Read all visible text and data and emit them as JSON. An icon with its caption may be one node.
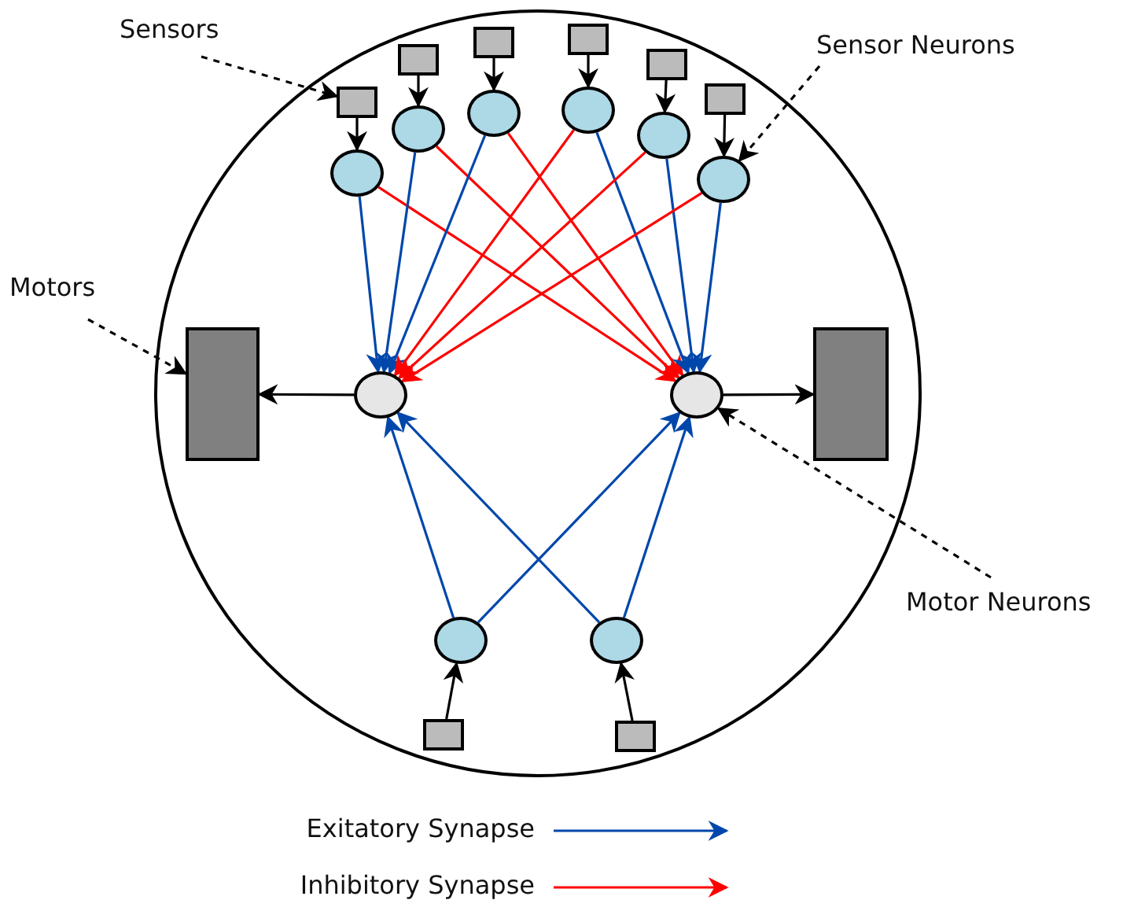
{
  "diagram": {
    "nodes": [
      {
        "text": [],
        "shape": "circle"
      },
      {
        "text": [
          "Sensors"
        ]
      },
      {
        "text": [
          "Sensor Neurons"
        ]
      },
      {
        "text": [],
        "shape": "box",
        "in": 0
      },
      {
        "text": [],
        "shape": "box",
        "in": 0
      },
      {
        "text": [],
        "shape": "box",
        "in": 0
      },
      {
        "text": [],
        "shape": "box",
        "in": 0
      },
      {
        "text": [],
        "shape": "box",
        "in": 0
      },
      {
        "text": [],
        "shape": "box",
        "in": 0
      },
      {
        "text": [],
        "shape": "circle",
        "in": 0
      },
      {
        "text": [],
        "shape": "circle",
        "in": 0
      },
      {
        "text": [],
        "shape": "circle",
        "in": 0
      },
      {
        "text": [],
        "shape": "circle",
        "in": 0
      },
      {
        "text": [],
        "shape": "circle",
        "in": 0
      },
      {
        "text": [],
        "shape": "circle",
        "in": 0
      },
      {
        "text": [
          "Motors"
        ]
      },
      {
        "text": [],
        "shape": "box",
        "in": 0
      },
      {
        "text": [],
        "shape": "circle",
        "in": 0
      },
      {
        "text": [],
        "shape": "circle",
        "in": 0
      },
      {
        "text": [],
        "shape": "box",
        "in": 0
      },
      {
        "text": [
          "Motor Neurons"
        ]
      },
      {
        "text": [],
        "shape": "circle",
        "in": 0
      },
      {
        "text": [],
        "shape": "circle",
        "in": 0
      },
      {
        "text": [],
        "shape": "box",
        "in": 0
      },
      {
        "text": [],
        "shape": "box",
        "in": 0
      }
    ],
    "edges": [
      {
        "from": 3,
        "to": 9,
        "arrow": "to"
      },
      {
        "from": 4,
        "to": 10,
        "arrow": "to"
      },
      {
        "from": 5,
        "to": 11,
        "arrow": "to"
      },
      {
        "from": 6,
        "to": 12,
        "arrow": "to"
      },
      {
        "from": 7,
        "to": 13,
        "arrow": "to"
      },
      {
        "from": 8,
        "to": 14,
        "arrow": "to"
      },
      {
        "from": 9,
        "to": 17,
        "arrow": "to",
        "color": "#0047ab"
      },
      {
        "from": 9,
        "to": 18,
        "arrow": "to",
        "color": "#ff0000"
      },
      {
        "from": 10,
        "to": 17,
        "arrow": "to",
        "color": "#0047ab"
      },
      {
        "from": 10,
        "to": 18,
        "arrow": "to",
        "color": "#ff0000"
      },
      {
        "from": 11,
        "to": 17,
        "arrow": "to",
        "color": "#0047ab"
      },
      {
        "from": 11,
        "to": 18,
        "arrow": "to",
        "color": "#ff0000"
      },
      {
        "from": 12,
        "to": 17,
        "arrow": "to",
        "color": "#ff0000"
      },
      {
        "from": 12,
        "to": 18,
        "arrow": "to",
        "color": "#0047ab"
      },
      {
        "from": 13,
        "to": 17,
        "arrow": "to",
        "color": "#ff0000"
      },
      {
        "from": 13,
        "to": 18,
        "arrow": "to",
        "color": "#0047ab"
      },
      {
        "from": 14,
        "to": 17,
        "arrow": "to",
        "color": "#ff0000"
      },
      {
        "from": 14,
        "to": 18,
        "arrow": "to",
        "color": "#0047ab"
      },
      {
        "from": 17,
        "to": 16,
        "arrow": "to"
      },
      {
        "from": 18,
        "to": 19,
        "arrow": "to"
      },
      {
        "from": 21,
        "to": 17,
        "arrow": "to",
        "color": "#0047ab"
      },
      {
        "from": 21,
        "to": 18,
        "arrow": "to",
        "color": "#0047ab"
      },
      {
        "from": 22,
        "to": 17,
        "arrow": "to",
        "color": "#0047ab"
      },
      {
        "from": 22,
        "to": 18,
        "arrow": "to",
        "color": "#0047ab"
      },
      {
        "from": 23,
        "to": 21,
        "arrow": "to"
      },
      {
        "from": 24,
        "to": 22,
        "arrow": "to"
      },
      {
        "from": 1,
        "to": 3,
        "arrow": "to",
        "style": "dashed"
      },
      {
        "from": 2,
        "to": 14,
        "arrow": "to",
        "style": "dashed"
      },
      {
        "from": 15,
        "to": 16,
        "arrow": "to",
        "style": "dashed"
      },
      {
        "from": 20,
        "to": 18,
        "arrow": "to",
        "style": "dashed"
      }
    ],
    "legend": [
      {
        "text": "Exitatory Synapse"
      },
      {
        "text": "Inhibitory Synapse"
      }
    ]
  }
}
